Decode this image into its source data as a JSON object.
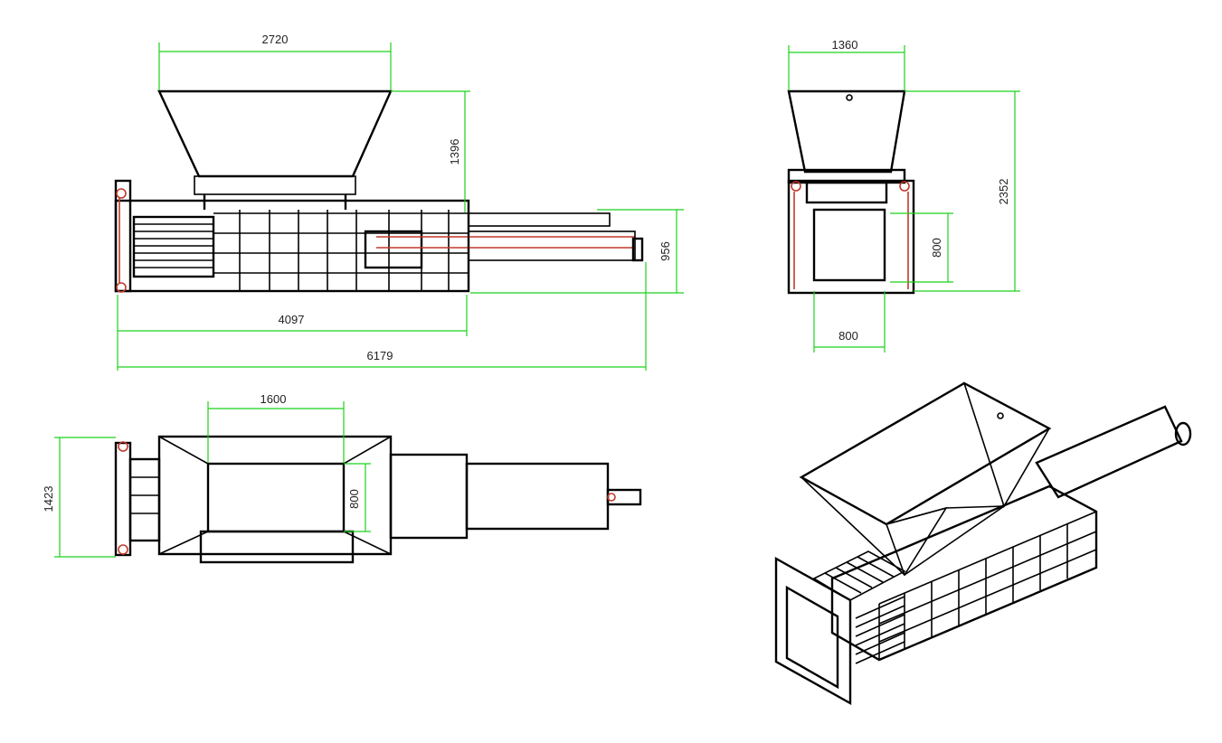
{
  "colors": {
    "outline": "#000000",
    "dimension": "#1cd21c",
    "cylinder": "#c0392b",
    "background": "#ffffff"
  },
  "dimensions": {
    "front_hopper_width": "2720",
    "front_hopper_height": "1396",
    "front_height": "956",
    "front_body_length": "4097",
    "front_total_length": "6179",
    "side_top_width": "1360",
    "side_total_height": "2352",
    "side_chamber_height": "800",
    "side_chamber_width": "800",
    "top_opening_length": "1600",
    "top_total_width": "1423",
    "top_chamber_width": "800"
  }
}
